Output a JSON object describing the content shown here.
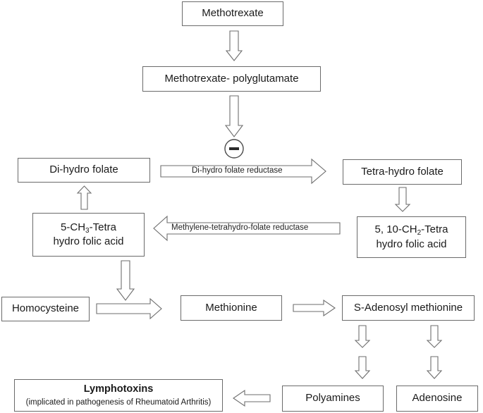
{
  "nodes": {
    "methotrexate": "Methotrexate",
    "mtx_polyglutamate": "Methotrexate- polyglutamate",
    "dihydro_folate": "Di-hydro folate",
    "tetrahydro_folate": "Tetra-hydro folate",
    "methyl_thf": {
      "prefix": "5-CH",
      "sub": "3",
      "suffix": "-Tetra",
      "line2": "hydro folic acid"
    },
    "methylene_thf": {
      "prefix": "5, 10-CH",
      "sub": "2",
      "suffix": "-Tetra",
      "line2": "hydro folic acid"
    },
    "homocysteine": "Homocysteine",
    "methionine": "Methionine",
    "sam": "S-Adenosyl methionine",
    "polyamines": "Polyamines",
    "adenosine": "Adenosine",
    "lymphotoxins": {
      "title": "Lymphotoxins",
      "subtitle": "(implicated in pathogenesis of Rheumatoid Arthritis)"
    }
  },
  "edges": {
    "dhfr_label": "Di-hydro folate reductase",
    "mthfr_label": "Methylene-tetrahydro-folate reductase"
  },
  "inhibition_symbol": "minus-circle-icon"
}
